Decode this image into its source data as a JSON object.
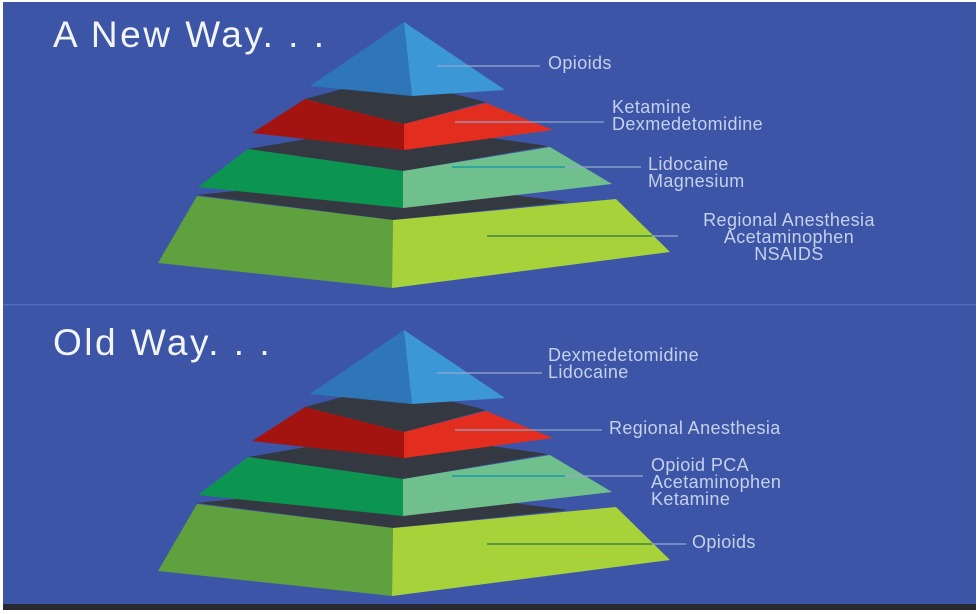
{
  "colors": {
    "background": "#3d55a7",
    "border": "#ffffff",
    "bottom_bar": "#252a33",
    "divider": "#6b82cc",
    "dark_slab": "#343840",
    "blue_left": "#2e76b8",
    "blue_right": "#3c97d6",
    "red_left": "#a31410",
    "red_right": "#e32d1e",
    "green_left": "#0c9551",
    "green_right": "#70c08e",
    "lime_left": "#5fa03f",
    "lime_right": "#a8d23a",
    "title_text": "#f2f5fa",
    "label_text": "#c5d1ea",
    "line_light": "#93a8d0",
    "line_teal": "#1b9aa6",
    "line_dark_green": "#3e8549"
  },
  "sections": [
    {
      "title": "A New Way. . .",
      "labels": {
        "tier1": "Opioids",
        "tier2": "Ketamine\nDexmedetomidine",
        "tier3": "Lidocaine\nMagnesium",
        "tier4": "Regional Anesthesia\nAcetaminophen\nNSAIDS"
      }
    },
    {
      "title": "Old Way. . .",
      "labels": {
        "tier1": "Dexmedetomidine\nLidocaine",
        "tier2": "Regional Anesthesia",
        "tier3": "Opioid PCA\nAcetaminophen\nKetamine",
        "tier4": "Opioids"
      }
    }
  ]
}
